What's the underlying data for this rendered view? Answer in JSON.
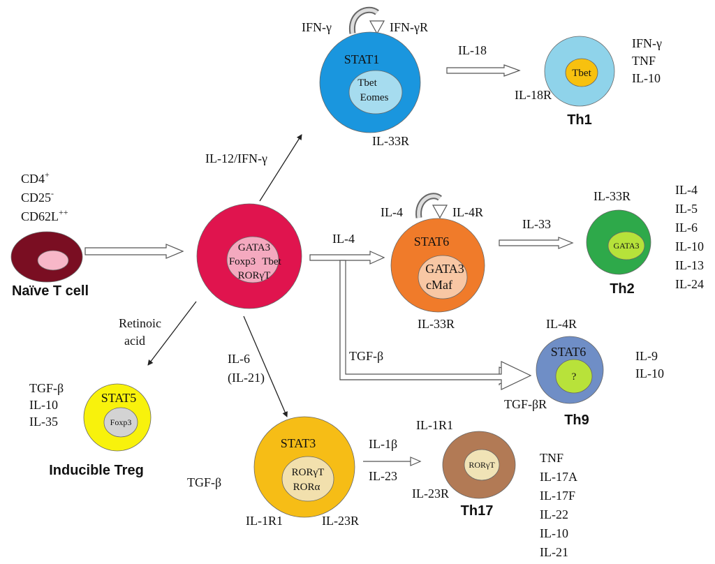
{
  "naive": {
    "markers": [
      "CD4",
      "CD25",
      "CD62L"
    ],
    "marker_sup": [
      "+",
      "-",
      "++"
    ],
    "name": "Naïve T cell",
    "colors": {
      "outer": "#7a0e22",
      "inner": "#f7b7c8"
    }
  },
  "center": {
    "factors": [
      "GATA3",
      "Foxp3",
      "Tbet",
      "RORγT"
    ],
    "colors": {
      "outer": "#e0144e",
      "inner": "#f4a9bf"
    }
  },
  "stat1": {
    "label": "STAT1",
    "factors": [
      "Tbet",
      "Eomes"
    ],
    "self_left": "IFN-γ",
    "self_right": "IFN-γR",
    "receptor": "IL-33R",
    "colors": {
      "outer": "#1a96de",
      "inner": "#a6dcef"
    }
  },
  "th1": {
    "name": "Th1",
    "factor": "Tbet",
    "receptor": "IL-18R",
    "cytokines": [
      "IFN-γ",
      "TNF",
      "IL-10"
    ],
    "colors": {
      "outer": "#8fd3ea",
      "inner": "#f7c10f"
    }
  },
  "stat6": {
    "label": "STAT6",
    "factors": [
      "GATA3",
      "cMaf"
    ],
    "self_left": "IL-4",
    "self_right": "IL-4R",
    "receptor": "IL-33R",
    "colors": {
      "outer": "#f07b2a",
      "inner": "#f8c7a4"
    }
  },
  "th2": {
    "name": "Th2",
    "factor": "GATA3",
    "receptor": "IL-33R",
    "cytokines": [
      "IL-4",
      "IL-5",
      "IL-6",
      "IL-10",
      "IL-13",
      "IL-24"
    ],
    "colors": {
      "outer": "#2ea94a",
      "inner": "#b6e23a"
    }
  },
  "th9": {
    "name": "Th9",
    "label": "STAT6",
    "factor": "?",
    "receptor_top": "IL-4R",
    "receptor_bottom": "TGF-βR",
    "cytokines": [
      "IL-9",
      "IL-10"
    ],
    "colors": {
      "outer": "#6f8ec6",
      "inner": "#b8e23a"
    }
  },
  "treg": {
    "name": "Inducible Treg",
    "label": "STAT5",
    "factor": "Foxp3",
    "cytokines": [
      "TGF-β",
      "IL-10",
      "IL-35"
    ],
    "colors": {
      "outer": "#f8f20c",
      "inner": "#d3d3d3"
    }
  },
  "stat3": {
    "label": "STAT3",
    "factors": [
      "RORγT",
      "RORα"
    ],
    "side_left": "TGF-β",
    "receptor_left": "IL-1R1",
    "receptor_right": "IL-23R",
    "colors": {
      "outer": "#f6bd16",
      "inner": "#f2e0ad"
    }
  },
  "th17": {
    "name": "Th17",
    "factor": "RORγT",
    "receptor_top": "IL-1R1",
    "receptor_bottom": "IL-23R",
    "cytokines": [
      "TNF",
      "IL-17A",
      "IL-17F",
      "IL-22",
      "IL-10",
      "IL-21"
    ],
    "colors": {
      "outer": "#b27a55",
      "inner": "#f0e3b6"
    }
  },
  "arrows": {
    "to_stat1": "IL-12/IFN-γ",
    "to_th1": "IL-18",
    "to_stat6": "IL-4",
    "to_th2": "IL-33",
    "to_th9": "TGF-β",
    "to_treg": [
      "Retinoic",
      "acid"
    ],
    "to_stat3": [
      "IL-6",
      "(IL-21)"
    ],
    "to_th17": [
      "IL-1β",
      "IL-23"
    ]
  }
}
